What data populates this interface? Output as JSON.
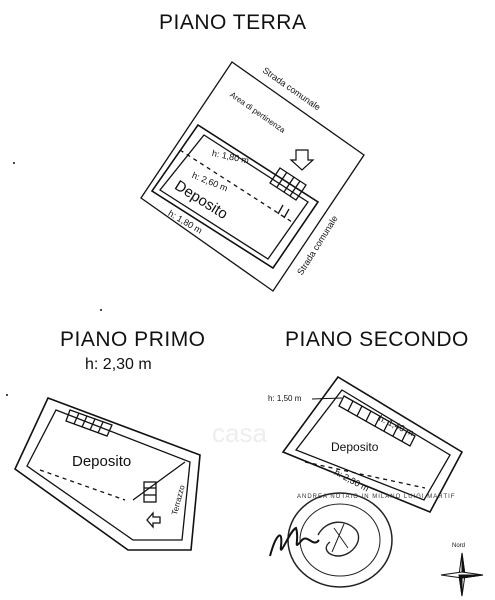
{
  "ground_floor": {
    "title": "PIANO TERRA",
    "road_top": "Strada comunale",
    "road_right": "Strada comunale",
    "area": "Area di pertinenza",
    "h1": "h: 1,80 m",
    "h2": "h: 2,60 m",
    "h3": "h: 1,80 m",
    "room": "Deposito"
  },
  "first_floor": {
    "title": "PIANO PRIMO",
    "height": "h: 2,30 m",
    "room": "Deposito",
    "terrace": "Terrazzo"
  },
  "second_floor": {
    "title": "PIANO SECONDO",
    "h1": "h: 1,50 m",
    "h2": "h: 1,40 m",
    "h3": "h: 2,30 m",
    "room": "Deposito"
  },
  "watermark": "casa",
  "compass_label": "Nord",
  "seal_text": "ANDREA NOTAIO IN MILANO LUIGI MARTIF"
}
